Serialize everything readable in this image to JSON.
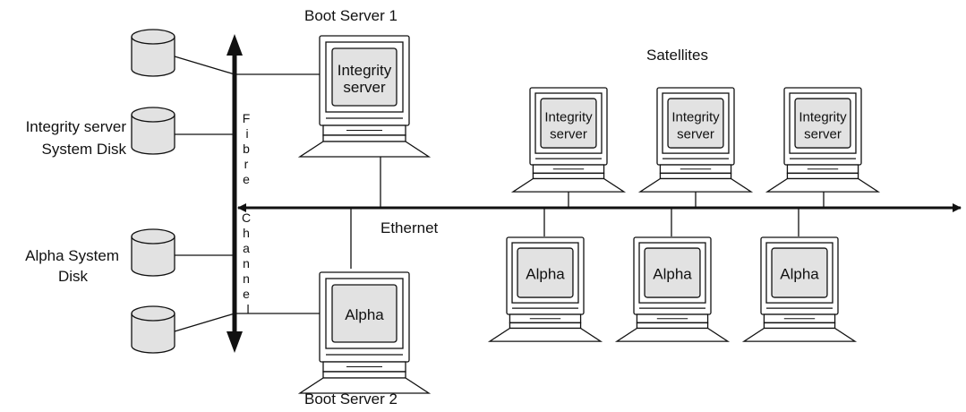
{
  "labels": {
    "boot_server_1": "Boot Server 1",
    "boot_server_2": "Boot Server 2",
    "satellites": "Satellites",
    "ethernet": "Ethernet",
    "integrity_disk_line1": "Integrity server",
    "integrity_disk_line2": "System Disk",
    "alpha_disk_line1": "Alpha System",
    "alpha_disk_line2": "Disk"
  },
  "fibre_channel": [
    "F",
    "i",
    "b",
    "r",
    "e",
    "C",
    "h",
    "a",
    "n",
    "n",
    "e",
    "l"
  ],
  "computers": {
    "boot1": {
      "line1": "Integrity",
      "line2": "server"
    },
    "boot2": {
      "line1": "Alpha"
    },
    "sat_integrity": [
      {
        "line1": "Integrity",
        "line2": "server"
      },
      {
        "line1": "Integrity",
        "line2": "server"
      },
      {
        "line1": "Integrity",
        "line2": "server"
      }
    ],
    "sat_alpha": [
      {
        "line1": "Alpha"
      },
      {
        "line1": "Alpha"
      },
      {
        "line1": "Alpha"
      }
    ]
  },
  "colors": {
    "line": "#111111",
    "screen_fill": "#e2e2e2",
    "disk_fill": "#e2e2e2",
    "background": "#ffffff"
  }
}
